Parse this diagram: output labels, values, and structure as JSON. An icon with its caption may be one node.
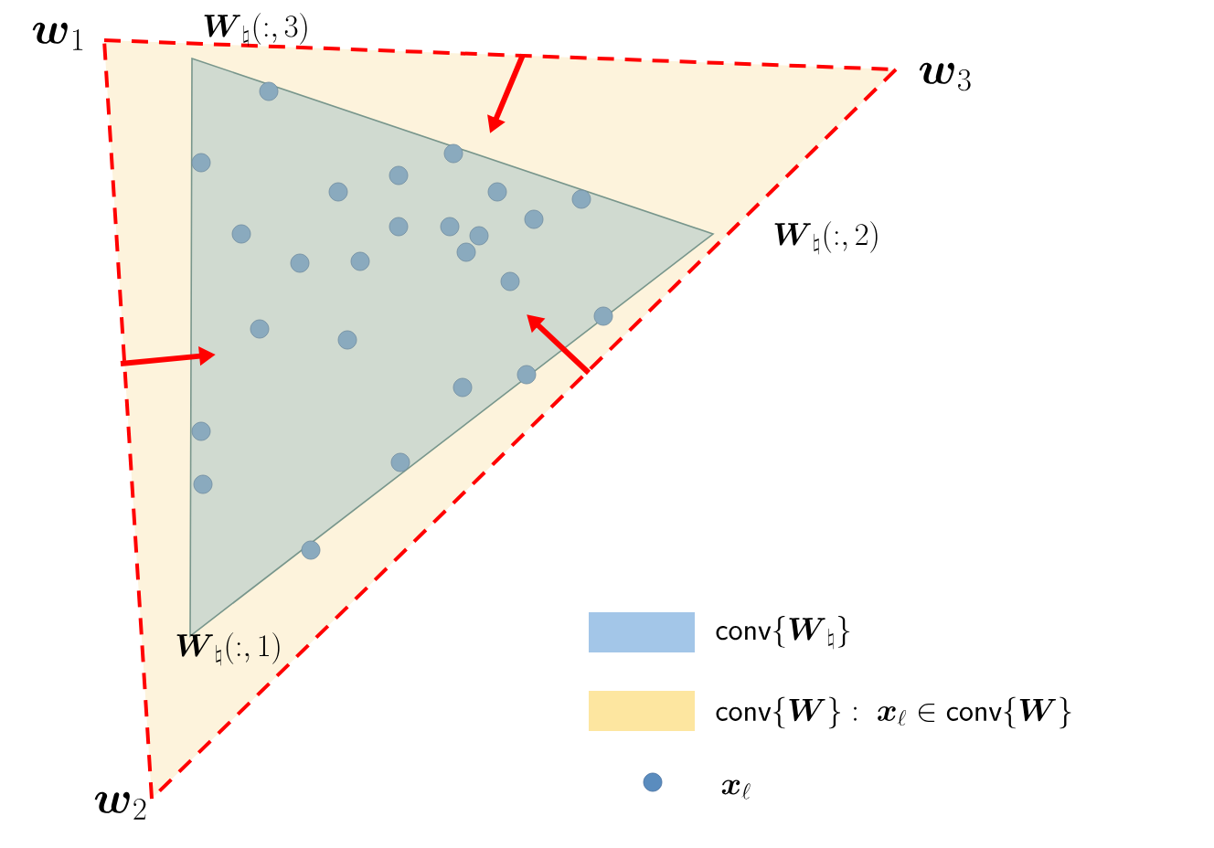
{
  "diagram": {
    "labels": [
      "\\boldsymbol{w}_1",
      "\\boldsymbol{W}_{\\natural}(:,3)",
      "\\boldsymbol{w}_3",
      "\\boldsymbol{W}_{\\natural}(:,2)",
      "\\boldsymbol{W}_{\\natural}(:,1)",
      "\\boldsymbol{w}_2"
    ],
    "legend": [
      {
        "text": "\\mathsf{conv}\\{\\boldsymbol{W}_{\\natural}\\}",
        "color": "#a3c6e8"
      },
      {
        "text": "\\mathsf{conv}\\{\\boldsymbol{W}\\}:\\ \\boldsymbol{x}_{\\ell}\\in\\mathsf{conv}\\{\\boldsymbol{W}\\}",
        "color": "#fde6a0"
      },
      {
        "text": "\\boldsymbol{x}_{\\ell}"
      }
    ]
  }
}
